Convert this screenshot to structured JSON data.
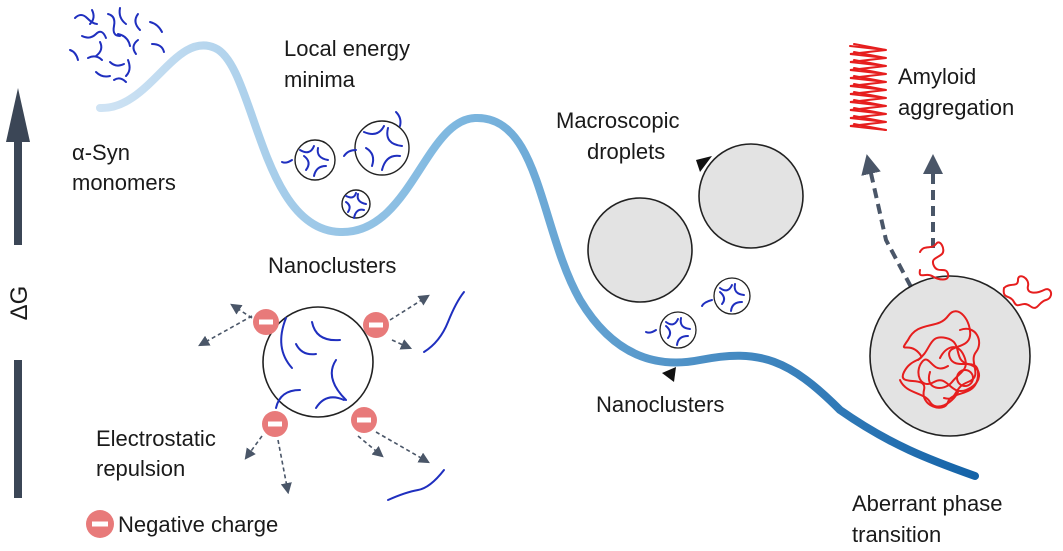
{
  "axis": {
    "label": "ΔG"
  },
  "labels": {
    "monomers": [
      "α-Syn",
      "monomers"
    ],
    "local_minima": [
      "Local energy",
      "minima"
    ],
    "nanoclusters_top": "Nanoclusters",
    "macroscopic": [
      "Macroscopic",
      "droplets"
    ],
    "nanoclusters_bottom": "Nanoclusters",
    "amyloid": [
      "Amyloid",
      "aggregation"
    ],
    "electrostatic": [
      "Electrostatic",
      "repulsion"
    ],
    "aberrant": [
      "Aberrant phase",
      "transition"
    ],
    "legend_negative": "Negative charge"
  },
  "colors": {
    "curve_light": "#c9dff2",
    "curve_dark": "#1f6fb3",
    "droplet_fill": "#e2e2e2",
    "charge": "#e87a7a",
    "fibril_blue": "#1f2fbf",
    "amyloid_red": "#e61e1e",
    "axis_arrow": "#3b4656"
  },
  "icons": {
    "charge": "minus-circle-icon",
    "axis": "up-arrow-icon"
  }
}
